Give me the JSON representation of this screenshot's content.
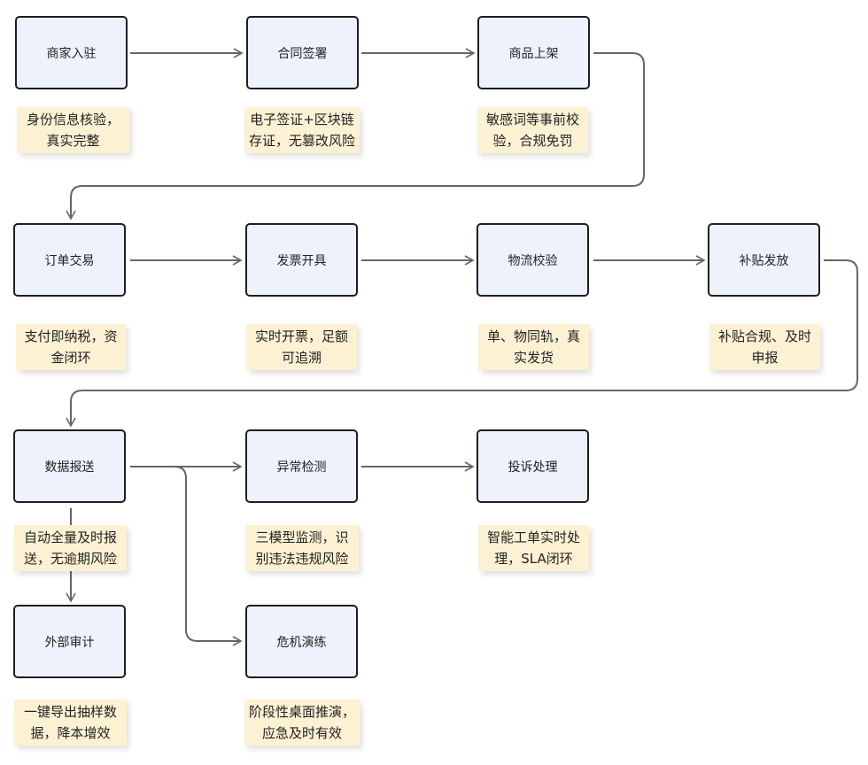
{
  "nodes": {
    "merchant_onboarding": "商家入驻",
    "contract_signing": "合同签署",
    "product_listing": "商品上架",
    "order_transaction": "订单交易",
    "invoice_issuing": "发票开具",
    "logistics_verification": "物流校验",
    "subsidy_distribution": "补贴发放",
    "data_reporting": "数据报送",
    "anomaly_detection": "异常检测",
    "complaint_handling": "投诉处理",
    "external_audit": "外部审计",
    "crisis_drill": "危机演练"
  },
  "notes": {
    "merchant_onboarding": [
      "身份信息核验，",
      "真实完整"
    ],
    "contract_signing": [
      "电子签证+区块链",
      "存证，无篡改风险"
    ],
    "product_listing": [
      "敏感词等事前校",
      "验，合规免罚"
    ],
    "order_transaction": [
      "支付即纳税，资",
      "金闭环"
    ],
    "invoice_issuing": [
      "实时开票，足额",
      "可追溯"
    ],
    "logistics_verification": [
      "单、物同轨，真",
      "实发货"
    ],
    "subsidy_distribution": [
      "补贴合规、及时",
      "申报"
    ],
    "data_reporting": [
      "自动全量及时报",
      "送，无逾期风险"
    ],
    "complaint_handling": [
      "智能工单实时处",
      "理，SLA闭环"
    ],
    "anomaly_detection": [
      "三模型监测，识",
      "别违法违规风险"
    ],
    "external_audit": [
      "一键导出抽样数",
      "据，降本增效"
    ],
    "crisis_drill": [
      "阶段性桌面推演，",
      "应急及时有效"
    ]
  },
  "colors": {
    "node_fill": "#edf2fc",
    "node_border": "#1e1e1e",
    "note_fill": "#fdf1d4",
    "connector": "#666666"
  }
}
